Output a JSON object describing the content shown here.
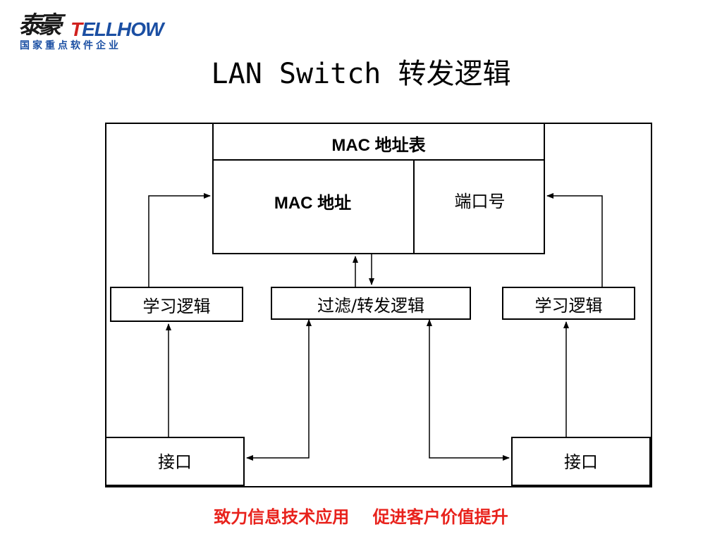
{
  "logo": {
    "cn": "泰豪",
    "en_mark": "T",
    "en_rest": "ELLHOW",
    "subtitle": "国家重点软件企业",
    "brand_color": "#1b4fa3",
    "accent_color": "#d0201e"
  },
  "title": "LAN Switch 转发逻辑",
  "diagram": {
    "mac_table_header": "MAC 地址表",
    "mac_address_label": "MAC 地址",
    "port_number_label": "端口号",
    "learn_logic_left": "学习逻辑",
    "filter_forward_logic": "过滤/转发逻辑",
    "learn_logic_right": "学习逻辑",
    "port_left": "接口",
    "port_right": "接口"
  },
  "slogan": "致力信息技术应用    促进客户价值提升",
  "colors": {
    "slogan": "#e8221c",
    "line": "#000000"
  }
}
